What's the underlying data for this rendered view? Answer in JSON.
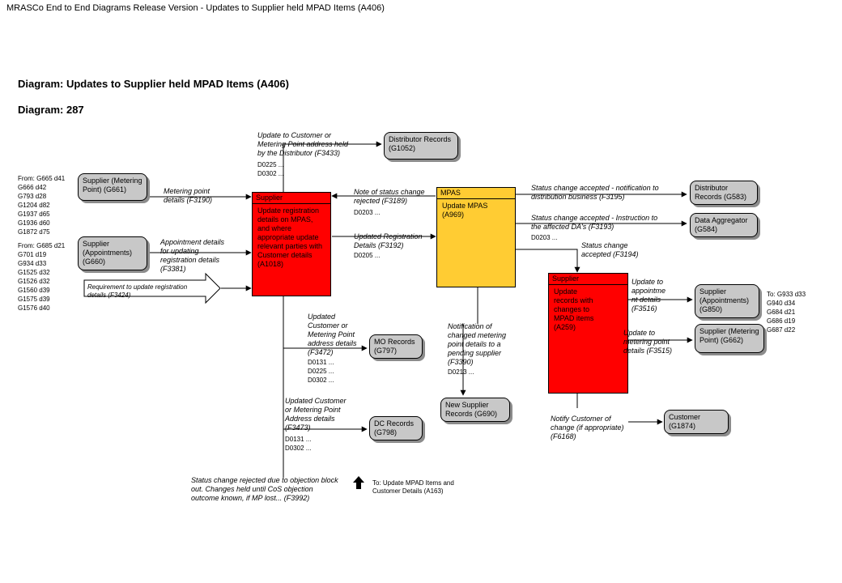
{
  "header": {
    "title": "MRASCo End to End Diagrams Release Version - Updates to Supplier held MPAD Items (A406)"
  },
  "diagram": {
    "name": "Diagram: Updates to Supplier held MPAD Items (A406)",
    "number": "Diagram:  287"
  },
  "colors": {
    "supplier_process": "#ff0000",
    "mpas_process": "#ffcc33",
    "store": "#c8c8c8"
  },
  "codes_left_1": "From: G665 d41\nG666 d42\nG793 d28\nG1204 d82\nG1937 d65\nG1936 d60\nG1872 d75",
  "codes_left_2": "From: G685 d21\nG701 d19\nG934 d33\nG1525 d32\nG1526 d32\nG1560 d39\nG1575 d39\nG1576 d40",
  "codes_right": "To: G933 d33\nG940 d34\nG684 d21\nG686 d19\nG687 d22",
  "stores": {
    "distributor_g1052": "Distributor Records\n(G1052)",
    "supplier_metering_g661": "Supplier (Metering\nPoint) (G661)",
    "supplier_appointments_g660": "Supplier\n(Appointments)\n(G660)",
    "mo_records": "MO Records\n(G797)",
    "dc_records": "DC Records\n(G798)",
    "new_supplier": "New Supplier\nRecords (G690)",
    "distributor_g583": "Distributor\nRecords (G583)",
    "data_aggregator": "Data Aggregator\n(G584)",
    "supplier_appointments_g850": "Supplier\n(Appointments)\n(G850)",
    "supplier_metering_g662": "Supplier (Metering\nPoint) (G662)",
    "customer": "Customer\n(G1874)"
  },
  "processes": {
    "supplier_1": {
      "header": "Supplier",
      "body": "Update registration\ndetails on MPAS,\nand where\nappropriate update\nrelevant parties with\nCustomer details\n(A1018)"
    },
    "mpas": {
      "header": "MPAS",
      "body": "Update MPAS\n(A969)"
    },
    "supplier_2": {
      "header": "Supplier",
      "body": "Update\nrecords with\nchanges to\nMPAD items\n(A259)"
    }
  },
  "requirement": "Requirement to update registration\ndetails (F3424)",
  "flows": {
    "f3433": "Update to Customer or\nMetering Point address held\nby the Distributor (F3433)",
    "f3433_codes": "D0225 ...\nD0302 ...",
    "f3190": "Metering point\ndetails (F3190)",
    "f3381": "Appointment details\nfor updating\nregistration details\n(F3381)",
    "f3189": "Note of status change\nrejected (F3189)",
    "f3189_codes": "D0203 ...",
    "f3192": "Updated Registration\nDetails (F3192)",
    "f3192_codes": "D0205 ...",
    "f3195": "Status change accepted - notification to\ndistribution business (F3195)",
    "f3193": "Status change accepted - Instruction to\nthe affected DA's (F3193)",
    "f3193_codes": "D0203 ...",
    "f3194": "Status change\naccepted (F3194)",
    "f3472": "Updated\nCustomer or\nMetering Point\naddress details\n(F3472)",
    "f3472_codes": "D0131 ...\nD0225 ...\nD0302 ...",
    "f3390": "Notification of\nchanged metering\npoint details to a\npending supplier\n(F3390)",
    "f3390_codes": "D0213 ...",
    "f3473": "Updated Customer\nor Metering Point\nAddress details\n(F3473)",
    "f3473_codes": "D0131 ...\nD0302 ...",
    "f3516": "Update to\nappointme\nnt details\n(F3516)",
    "f3515": "Update to\nmetering point\ndetails (F3515)",
    "f6168": "Notify Customer of\nchange (if appropriate)\n(F6168)",
    "f3992": "Status change rejected due to objection block\nout. Changes held until CoS objection\noutcome known, if MP lost... (F3992)"
  },
  "to_note": "To: Update MPAD Items and\nCustomer Details (A163)"
}
